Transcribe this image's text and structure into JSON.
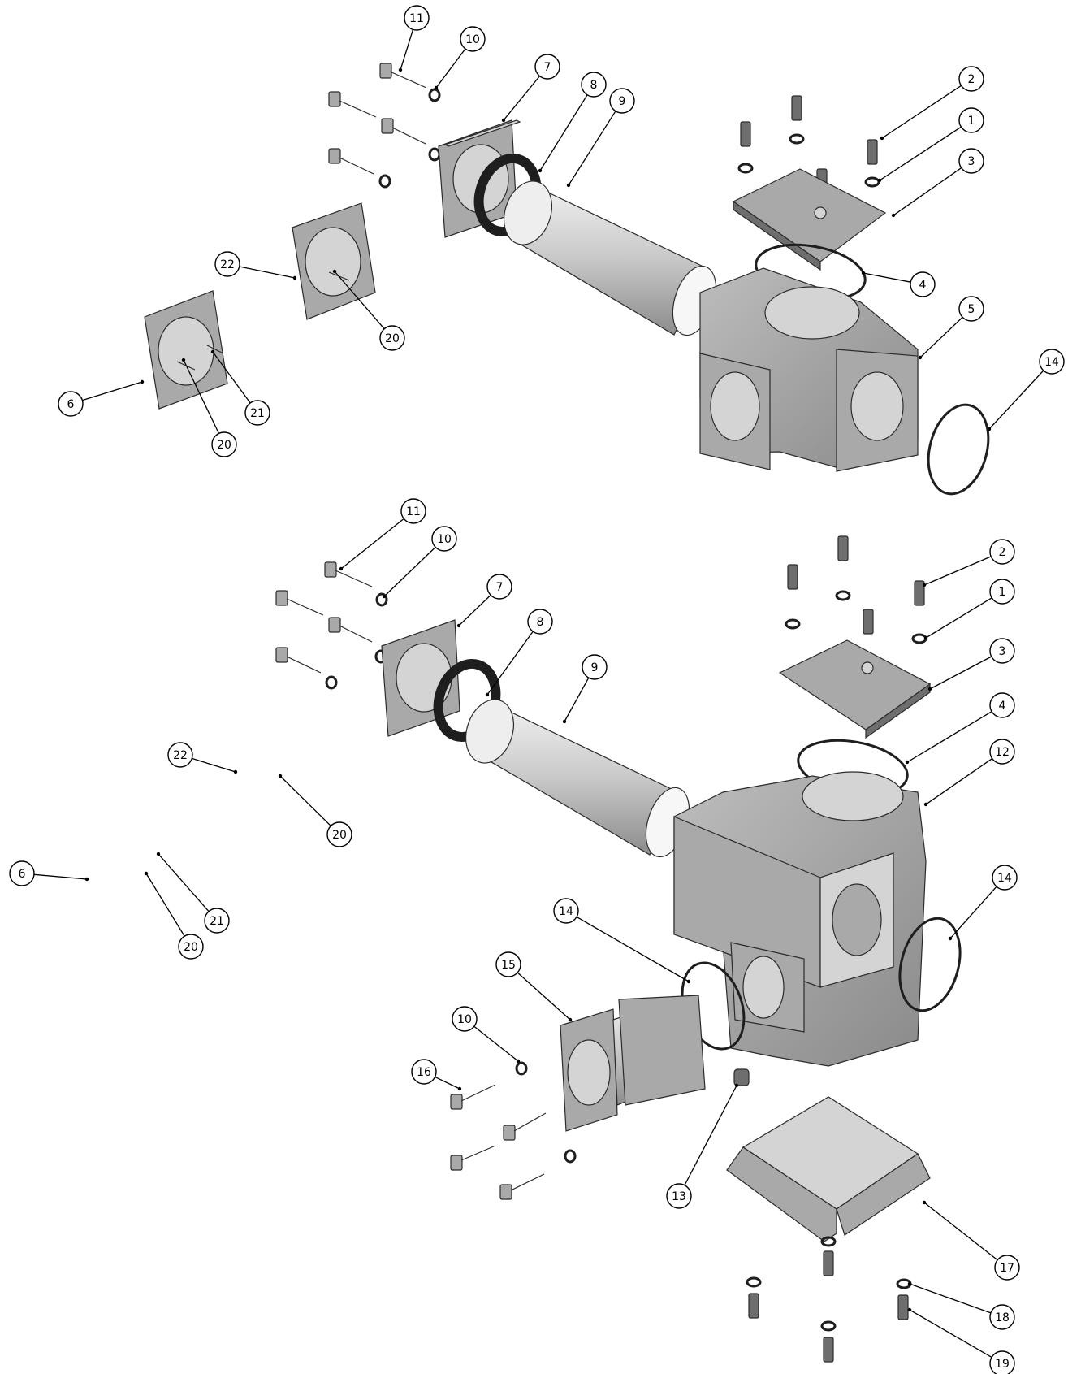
{
  "callouts": {
    "upper": [
      {
        "id": "u11",
        "label": "11"
      },
      {
        "id": "u10",
        "label": "10"
      },
      {
        "id": "u7",
        "label": "7"
      },
      {
        "id": "u8",
        "label": "8"
      },
      {
        "id": "u9",
        "label": "9"
      },
      {
        "id": "u2",
        "label": "2"
      },
      {
        "id": "u1",
        "label": "1"
      },
      {
        "id": "u3",
        "label": "3"
      },
      {
        "id": "u4",
        "label": "4"
      },
      {
        "id": "u5",
        "label": "5"
      },
      {
        "id": "u14",
        "label": "14"
      },
      {
        "id": "u22",
        "label": "22"
      },
      {
        "id": "u20a",
        "label": "20"
      },
      {
        "id": "u6",
        "label": "6"
      },
      {
        "id": "u21",
        "label": "21"
      },
      {
        "id": "u20b",
        "label": "20"
      }
    ],
    "lower": [
      {
        "id": "l11",
        "label": "11"
      },
      {
        "id": "l10a",
        "label": "10"
      },
      {
        "id": "l7",
        "label": "7"
      },
      {
        "id": "l8",
        "label": "8"
      },
      {
        "id": "l9",
        "label": "9"
      },
      {
        "id": "l2",
        "label": "2"
      },
      {
        "id": "l1",
        "label": "1"
      },
      {
        "id": "l3",
        "label": "3"
      },
      {
        "id": "l4",
        "label": "4"
      },
      {
        "id": "l12",
        "label": "12"
      },
      {
        "id": "l14a",
        "label": "14"
      },
      {
        "id": "l22",
        "label": "22"
      },
      {
        "id": "l20a",
        "label": "20"
      },
      {
        "id": "l6",
        "label": "6"
      },
      {
        "id": "l21",
        "label": "21"
      },
      {
        "id": "l20b",
        "label": "20"
      },
      {
        "id": "l14b",
        "label": "14"
      },
      {
        "id": "l15",
        "label": "15"
      },
      {
        "id": "l10b",
        "label": "10"
      },
      {
        "id": "l16",
        "label": "16"
      },
      {
        "id": "l13",
        "label": "13"
      },
      {
        "id": "l17",
        "label": "17"
      },
      {
        "id": "l18",
        "label": "18"
      },
      {
        "id": "l19",
        "label": "19"
      }
    ]
  }
}
